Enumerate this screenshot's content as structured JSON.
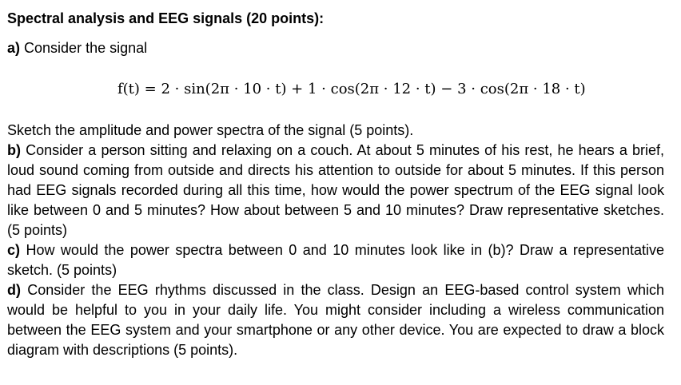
{
  "title": "Spectral analysis and EEG signals (20 points):",
  "part_a": {
    "label": "a)",
    "intro": "Consider the signal",
    "equation": "f(t) = 2 · sin(2π · 10 · t) + 1 · cos(2π · 12 · t) − 3 · cos(2π · 18 · t)",
    "task": "Sketch the amplitude and power spectra of the signal (5 points)."
  },
  "part_b": {
    "label": "b)",
    "text": "Consider a person sitting and relaxing on a couch. At about 5 minutes of his rest, he hears a brief, loud sound coming from outside and directs his attention to outside for about 5 minutes. If this person had EEG signals recorded during all this time, how would the power spectrum of the EEG signal look like between 0 and 5 minutes? How about between 5 and 10 minutes? Draw representative sketches.(5 points)"
  },
  "part_c": {
    "label": "c)",
    "text": "How would the power spectra between 0 and 10 minutes look like in (b)? Draw a representative sketch. (5 points)"
  },
  "part_d": {
    "label": "d)",
    "text": "Consider the EEG rhythms discussed in the class. Design an EEG-based control system which would be helpful to you in your daily life. You might consider including a wireless communication between the EEG system and your smartphone or any other device. You are expected to draw a block diagram with descriptions (5 points)."
  }
}
